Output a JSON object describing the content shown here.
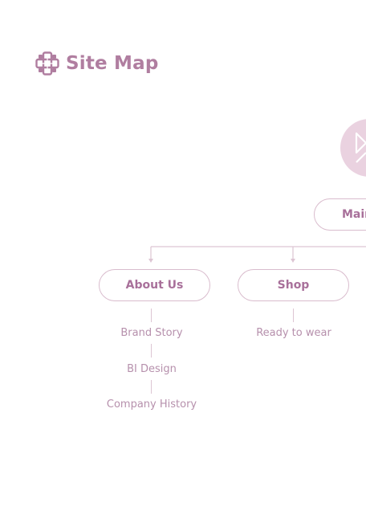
{
  "header": {
    "title": "Site Map",
    "logo_icon": "lattice-cross-logo-icon"
  },
  "colors": {
    "accent": "#b07ea0",
    "pill_text": "#a8709a",
    "pill_border": "#d9bccd",
    "sub_text": "#b690ac",
    "line": "#ddc5d3",
    "badge_fill": "#ead2e0"
  },
  "diagram": {
    "root": {
      "label": "Main"
    },
    "sections": [
      {
        "label": "About Us",
        "children": [
          "Brand Story",
          "BI Design",
          "Company History"
        ]
      },
      {
        "label": "Shop",
        "children": [
          "Ready to wear"
        ]
      }
    ]
  }
}
